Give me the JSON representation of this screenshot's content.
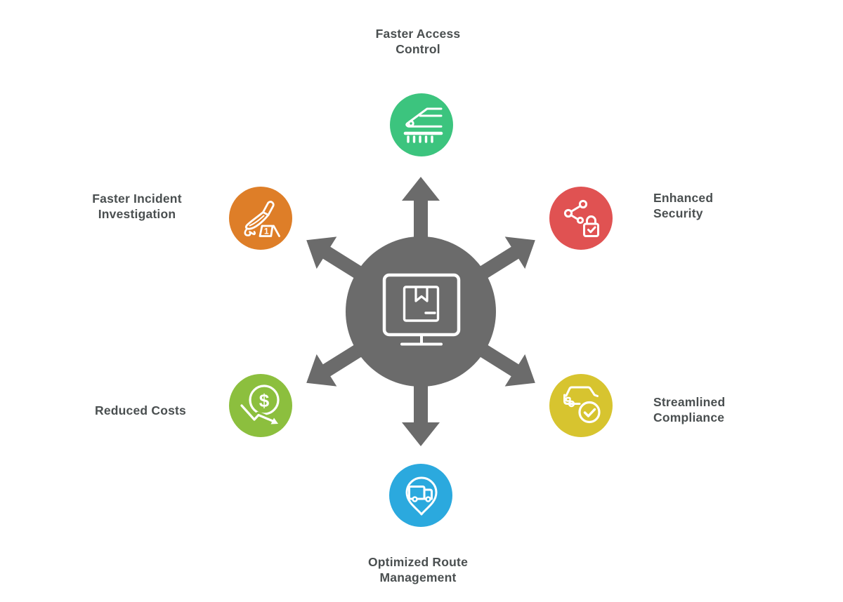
{
  "diagram": {
    "center": {
      "icon": "monitor-package-icon",
      "color": "#6b6b6b"
    },
    "benefits": [
      {
        "label": "Faster Access\nControl",
        "icon": "train-icon",
        "color": "#3cc47e",
        "position": "top"
      },
      {
        "label": "Enhanced\nSecurity",
        "icon": "network-lock-icon",
        "color": "#e05252",
        "position": "top-right"
      },
      {
        "label": "Streamlined\nCompliance",
        "icon": "car-check-icon",
        "color": "#d7c42f",
        "position": "bottom-right"
      },
      {
        "label": "Optimized Route\nManagement",
        "icon": "truck-location-pin-icon",
        "color": "#2ba9de",
        "position": "bottom"
      },
      {
        "label": "Reduced Costs",
        "icon": "dollar-decrease-icon",
        "color": "#8cbf3e",
        "position": "bottom-left"
      },
      {
        "label": "Faster Incident\nInvestigation",
        "icon": "knife-evidence-marker-icon",
        "color": "#de7e28",
        "position": "top-left"
      }
    ],
    "evidence_marker_number": "1",
    "dollar_sign": "$",
    "label_color": "#4a4f50",
    "background": "#ffffff"
  }
}
